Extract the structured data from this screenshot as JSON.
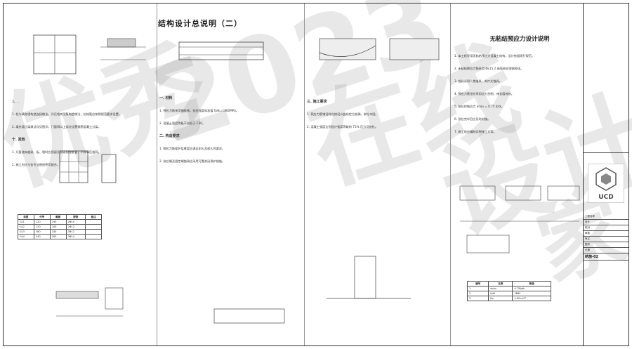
{
  "doc": {
    "main_title": "结构设计总说明（二）",
    "right_title": "无粘结预应力设计说明",
    "left_notes": [
      "九. ...",
      "1. 柱与填充墙构造连接做法，详见相关图集构造做法，拉结筋应按照规范要求设置。",
      "2. 填充墙过梁做法详见图示，门窗洞口上部应设置钢筋混凝土过梁。",
      "十. 其他",
      "1. 凡管道穿越梁、板、墙时应预留孔洞或预埋套管，不得事后凿洞。",
      "2. 施工时应与各专业图纸密切配合。"
    ],
    "table1_header": [
      "类型",
      "代号",
      "截面",
      "配筋",
      "备注"
    ],
    "table1_rows": [
      [
        "GL1",
        "120",
        "240",
        "2Φ10",
        ""
      ],
      [
        "GL2",
        "120",
        "240",
        "2Φ12",
        ""
      ],
      [
        "GL3",
        "180",
        "240",
        "3Φ12",
        ""
      ],
      [
        "GL4",
        "240",
        "300",
        "3Φ14",
        ""
      ]
    ],
    "mid_notes": [
      "一. 材料",
      "1. 预应力筋采用钢绞线，抗拉强度标准值 fptk=1860MPa。",
      "2. 混凝土强度等级不应低于 C30。",
      "二. 构造要求",
      "1. 预应力筋保护层厚度应满足耐火及耐久性要求。",
      "2. 张拉端及固定端锚具应采用可靠封闭保护措施。",
      "三. 施工要求",
      "1. 预应力筋铺设时应按设计曲线定位准确，绑扎牢固。",
      "2. 混凝土强度达到设计强度等级的 75% 后方可张拉。"
    ],
    "right_notes": [
      "1. 本工程采用无粘结预应力混凝土结构，设计依据现行规范。",
      "2. 无粘结预应力筋采用 Φs15.2 高强低松弛钢绞线。",
      "3. 锚具采用 I 类锚具，夹片式锚具。",
      "4. 预应力筋张拉采用应力控制，伸长值校核。",
      "5. 张拉控制应力 σcon = 0.75 fptk。",
      "6. 张拉完毕后应及时封锚。",
      "7. 施工前应编制详细施工方案。"
    ],
    "table2_header": [
      "编号",
      "名称",
      "数值"
    ],
    "table2_rows": [
      [
        "1",
        "σcon",
        "0.75fptk"
      ],
      [
        "2",
        "fptk",
        "1860"
      ],
      [
        "3",
        "Ep",
        "1.95×10⁵"
      ]
    ],
    "titleblock": {
      "company": "UCD",
      "rows": [
        "工程名称",
        "设计",
        "校对",
        "审核",
        "审定",
        "图号",
        "日期"
      ],
      "sheet_label": "结施-02"
    },
    "watermark": [
      "优秀",
      "2023",
      "在线",
      "设计",
      "家"
    ]
  }
}
